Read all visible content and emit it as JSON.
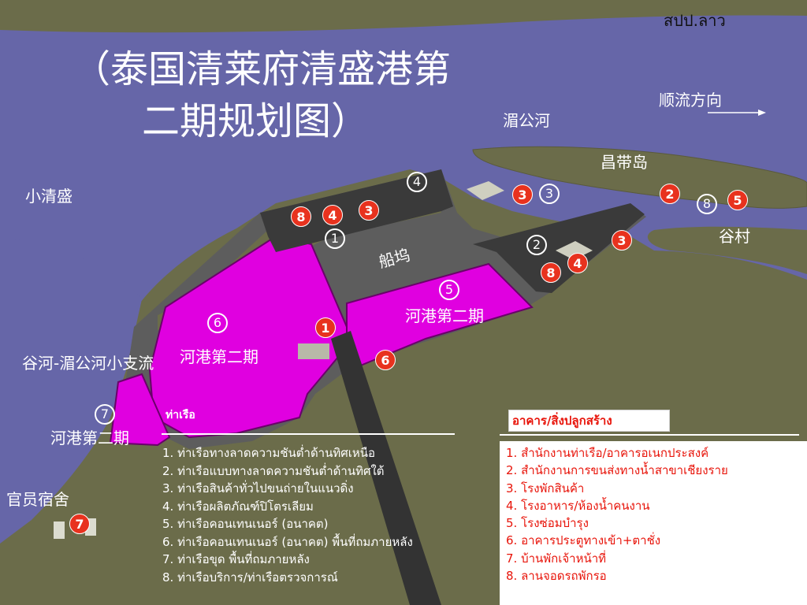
{
  "country_label": "สปป.ลาว",
  "title_line1": "（泰国清莱府清盛港第",
  "title_line2": "二期规划图）",
  "labels": {
    "river": "湄公河",
    "flow": "顺流方向",
    "island": "昌带岛",
    "village": "谷村",
    "town": "小清盛",
    "dock": "船坞",
    "branch": "谷河-湄公河小支流",
    "phase2_a": "河港第二期",
    "phase2_b": "河港第二期",
    "phase2_c": "河港第二期",
    "staff": "官员宿舍"
  },
  "markers": {
    "r8a": "8",
    "r4a": "4",
    "r3a": "3",
    "w1": "1",
    "w4": "4",
    "r3b": "3",
    "w3": "3",
    "r2": "2",
    "w8": "8",
    "r5": "5",
    "w2": "2",
    "r3c": "3",
    "r8b": "8",
    "r4b": "4",
    "w5": "5",
    "w6": "6",
    "r1": "1",
    "r6": "6",
    "w7": "7",
    "r7": "7"
  },
  "ports_title": "ท่าเรือ",
  "ports": [
    "1. ท่าเรือทางลาดความชันต่ำด้านทิศเหนือ",
    "2. ท่าเรือแบบทางลาดความชันต่ำด้านทิศใต้",
    "3. ท่าเรือสินค้าทั่วไปขนถ่ายในแนวดิ่ง",
    "4. ท่าเรือผลิตภัณฑ์ปิโตรเลียม",
    "5. ท่าเรือคอนเทนเนอร์ (อนาคต)",
    "6. ท่าเรือคอนเทนเนอร์ (อนาคต) พื้นที่ถมภายหลัง",
    "7. ท่าเรือขุด พื้นที่ถมภายหลัง",
    "8. ท่าเรือบริการ/ท่าเรือตรวจการณ์"
  ],
  "buildings_title": "อาคาร/สิ่งปลูกสร้าง",
  "buildings": [
    "1. สำนักงานท่าเรือ/อาคารอเนกประสงค์",
    "2. สำนักงานการขนส่งทางน้ำสาขาเชียงราย",
    "3. โรงพักสินค้า",
    "4. โรงอาหาร/ห้องน้ำคนงาน",
    "5. โรงซ่อมบำรุง",
    "6. อาคารประตูทางเข้า+ตาชั่ง",
    "7. บ้านพักเจ้าหน้าที่",
    "8. ลานจอดรถพักรอ"
  ],
  "colors": {
    "land": "#6b6c4a",
    "river": "#6666a8",
    "phase2": "#e000e0",
    "pier": "#3a3a3a",
    "marker_red": "#e8321e",
    "legend_text": "#e8140a"
  }
}
